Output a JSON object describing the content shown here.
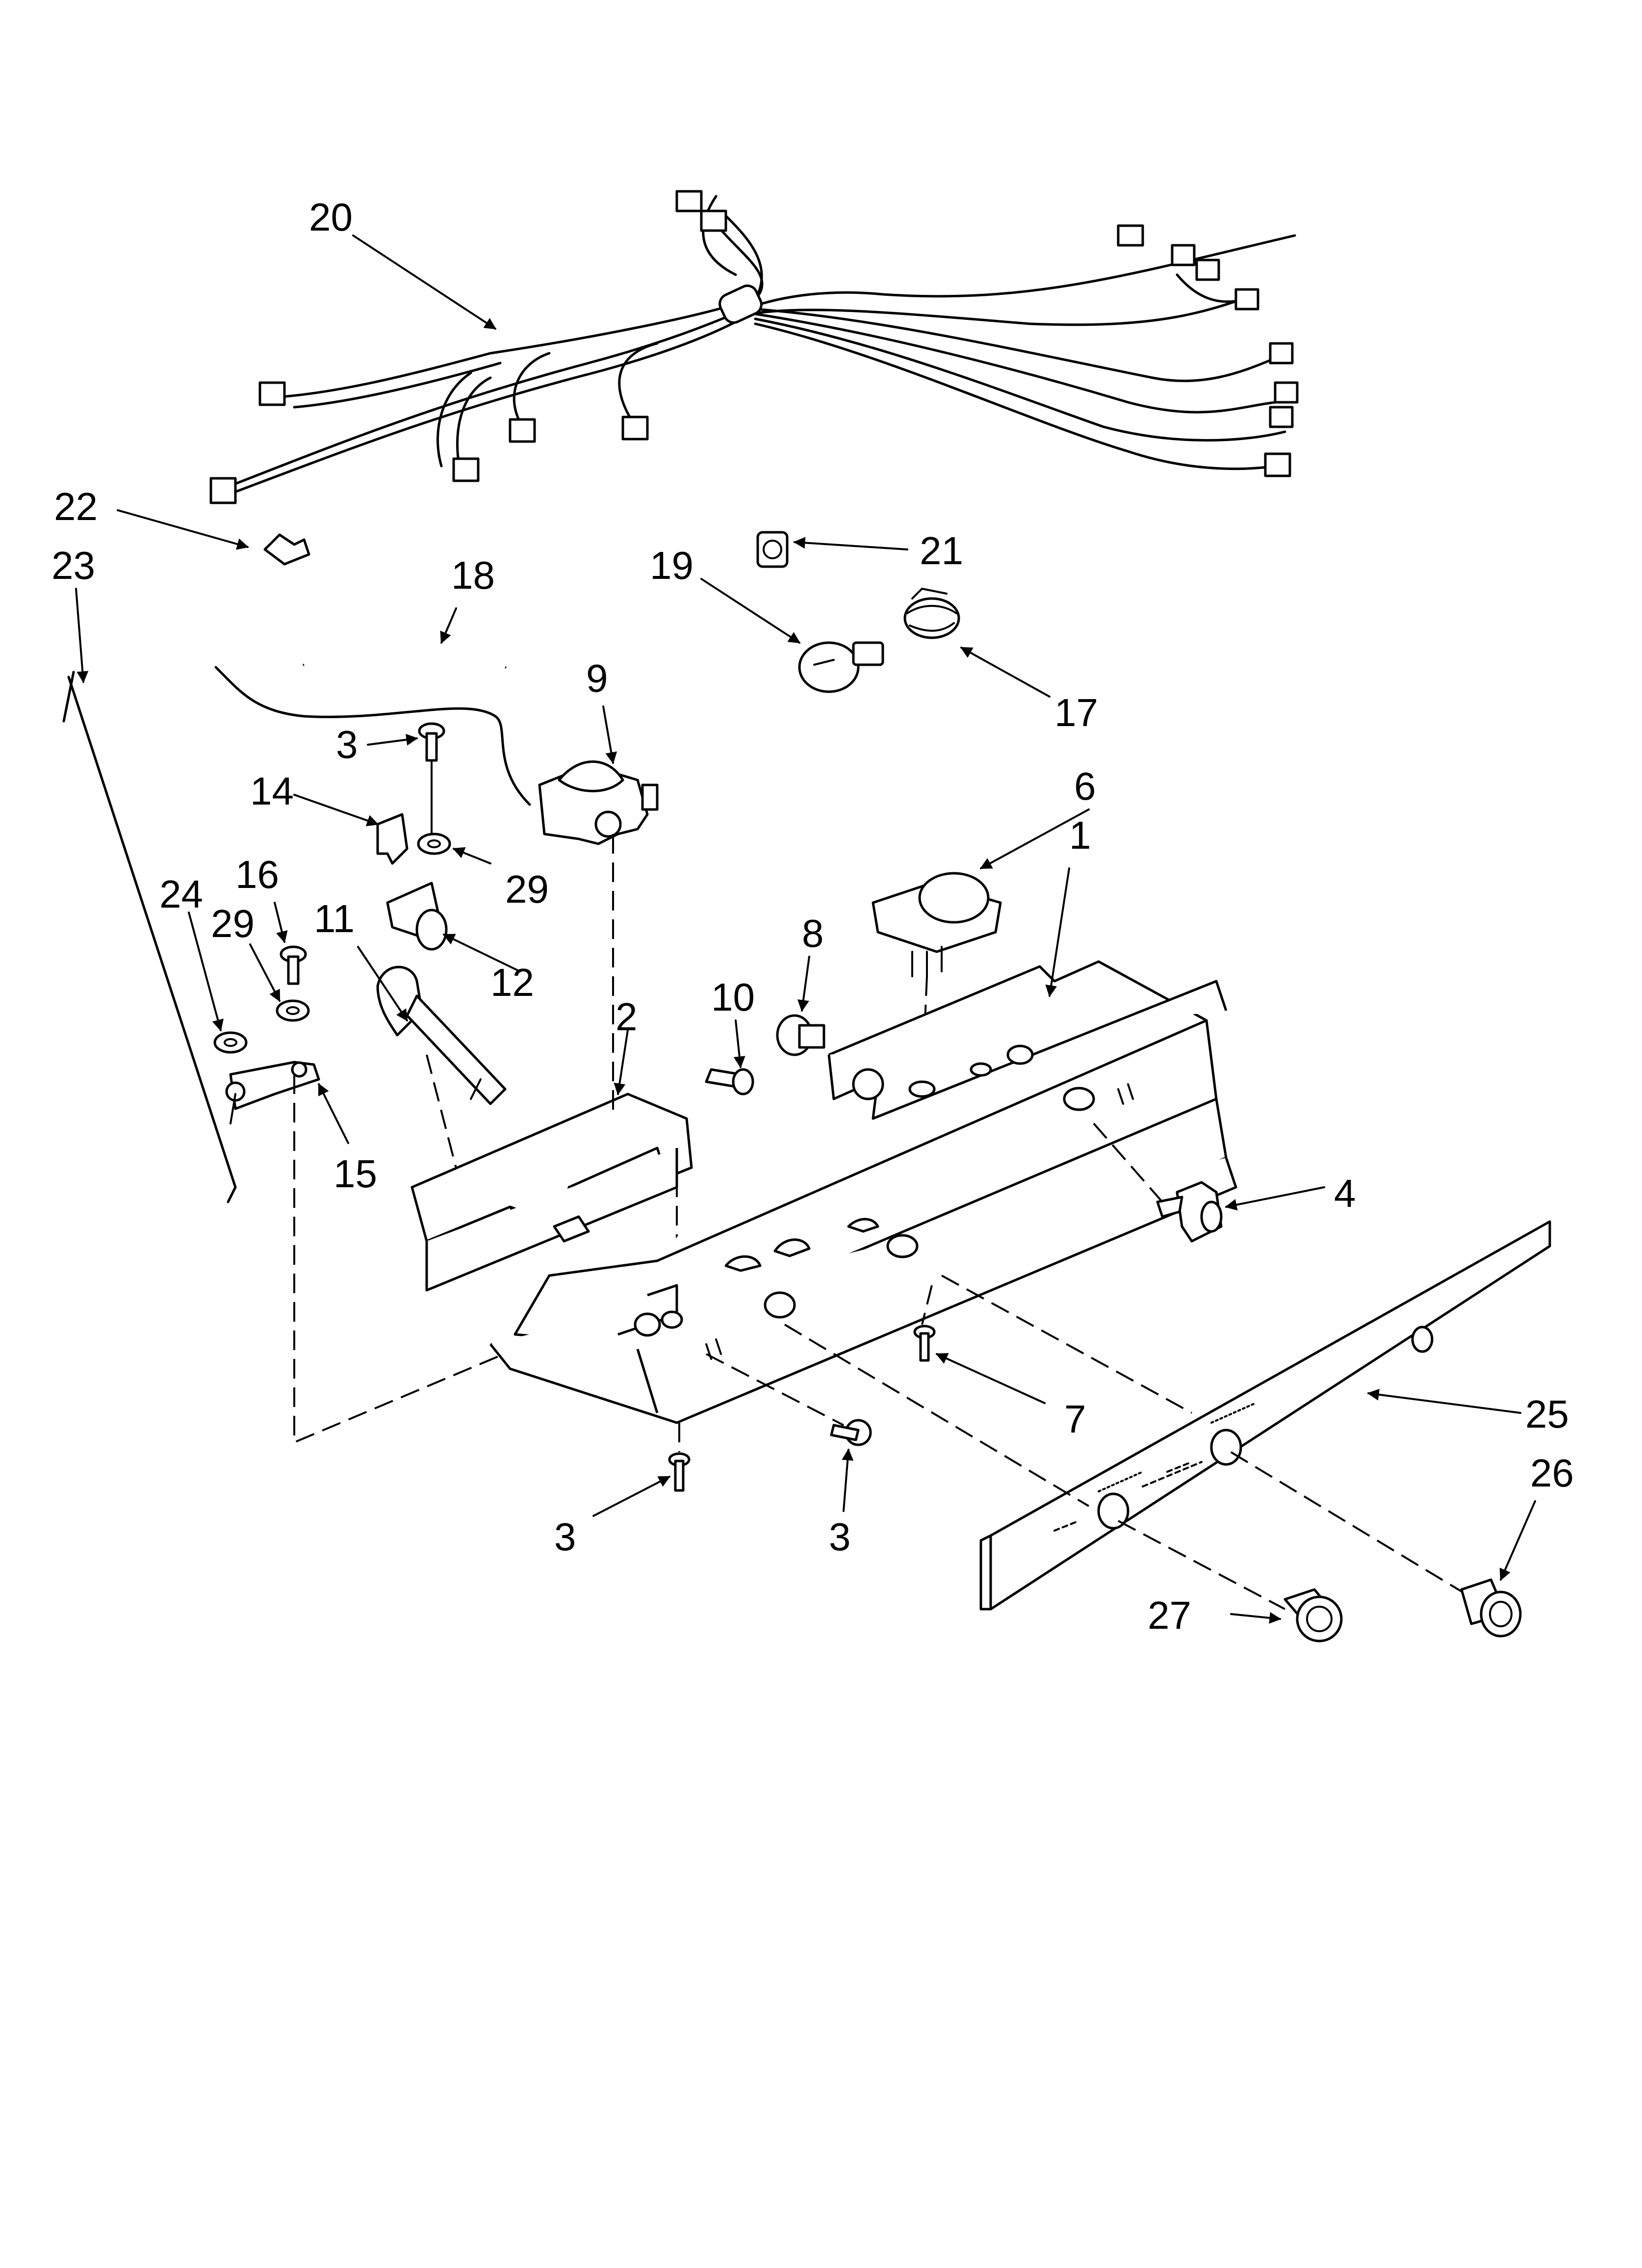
{
  "callouts": {
    "c1": "1",
    "c2": "2",
    "c3a": "3",
    "c3b": "3",
    "c3c": "3",
    "c4": "4",
    "c6": "6",
    "c7": "7",
    "c8": "8",
    "c9": "9",
    "c10": "10",
    "c11": "11",
    "c12": "12",
    "c14": "14",
    "c15": "15",
    "c16": "16",
    "c17": "17",
    "c18": "18",
    "c19": "19",
    "c20": "20",
    "c21": "21",
    "c22": "22",
    "c23": "23",
    "c24": "24",
    "c25": "25",
    "c26": "26",
    "c27": "27",
    "c29a": "29",
    "c29b": "29"
  }
}
